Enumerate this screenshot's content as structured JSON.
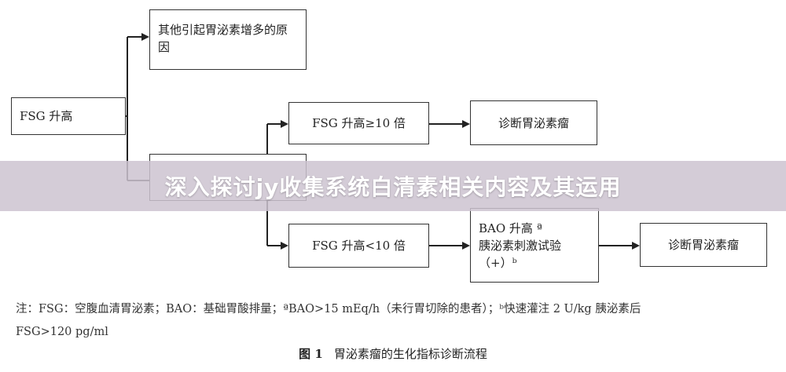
{
  "boxes": {
    "fsg_high": "FSG 升高",
    "other_causes": "其他引起胃泌素增多的原因",
    "fsg_ge10": "FSG 升高≥10 倍",
    "diagnose_1": "诊断胃泌素瘤",
    "fsg_lt10": "FSG 升高<10 倍",
    "bao_line1": "BAO 升高 ª",
    "bao_line2": "胰泌素刺激试验",
    "bao_line3": "（+）ᵇ",
    "diagnose_2": "诊断胃泌素瘤"
  },
  "banner": {
    "title": "深入探讨jy收集系统白清素相关内容及其运用"
  },
  "note": {
    "line1": "注：FSG：空腹血清胃泌素；BAO：基础胃酸排量；ªBAO>15 mEq/h（未行胃切除的患者）；ᵇ快速灌注 2 U/kg 胰泌素后",
    "line2": "FSG>120 pg/ml"
  },
  "caption": {
    "figure": "图 1",
    "text": "胃泌素瘤的生化指标诊断流程"
  },
  "colors": {
    "line": "#222222",
    "banner": "#cdc3d0"
  }
}
